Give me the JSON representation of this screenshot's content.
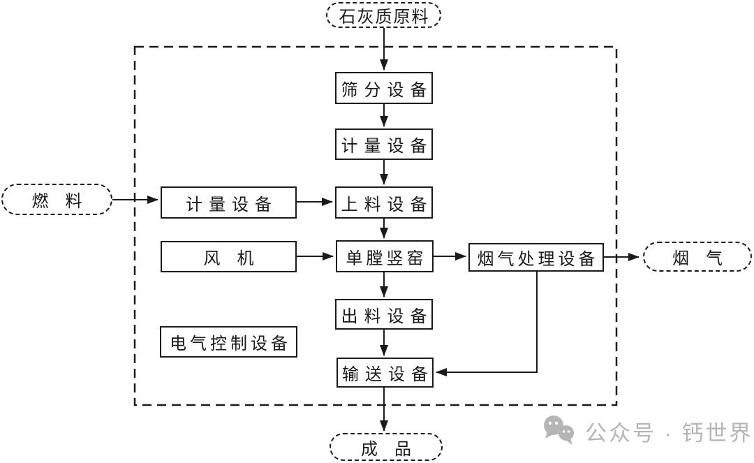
{
  "diagram": {
    "title_semantic": "lime-production-process-flowchart",
    "colors": {
      "line": "#1a1a1a",
      "background": "#ffffff",
      "watermark": "#b5b5b5"
    },
    "nodes": {
      "limestone_raw": "石灰质原料",
      "screening": "筛分设备",
      "metering_top": "计量设备",
      "feeding": "上料设备",
      "fuel": "燃　料",
      "metering_left": "计量设备",
      "fan": "风　机",
      "kiln": "单膛竖窑",
      "flue_gas_treatment": "烟气处理设备",
      "flue_gas": "烟　气",
      "discharge": "出料设备",
      "electrical_control": "电气控制设备",
      "conveying": "输送设备",
      "product": "成　品"
    }
  },
  "watermark": {
    "icon": "wechat-icon",
    "text": "公众号 · 钙世界"
  }
}
